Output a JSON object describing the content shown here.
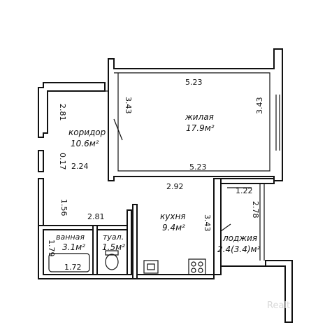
{
  "rooms": {
    "living": {
      "name": "жилая",
      "area": "17.9м²"
    },
    "corridor": {
      "name": "коридор",
      "area": "10.6м²"
    },
    "kitchen": {
      "name": "кухня",
      "area": "9.4м²"
    },
    "bathroom": {
      "name": "ванная",
      "area": "3.1м²"
    },
    "toilet": {
      "name": "туал.",
      "area": "1.5м²"
    },
    "loggia": {
      "name": "лоджия",
      "area": "2.4(3.4)м²"
    }
  },
  "dimensions": {
    "living_top": "5.23",
    "living_bottom": "5.23",
    "living_left": "3.43",
    "living_right": "3.43",
    "corridor_left_top": "2.81",
    "corridor_niche": "0.17",
    "corridor_width": "2.24",
    "corridor_lower": "1.56",
    "bath_top": "2.81",
    "bath_left": "1.79",
    "bath_bottom": "1.72",
    "kitchen_top": "2.92",
    "kitchen_right": "3.43",
    "loggia_top": "1.22",
    "loggia_side": "2.78"
  },
  "watermark": "Realt"
}
